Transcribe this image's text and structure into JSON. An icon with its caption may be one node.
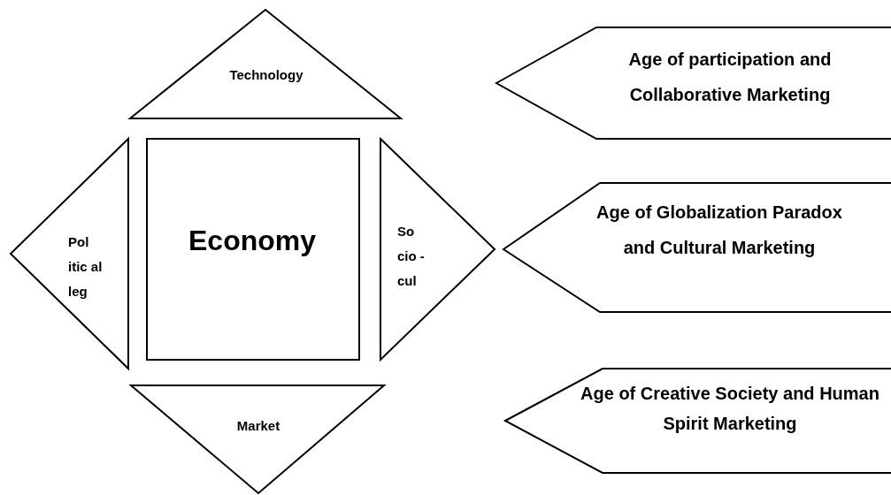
{
  "diagram": {
    "nodes": [
      {
        "text": [
          "Technology"
        ]
      },
      {
        "text": [
          "Pol itic al leg"
        ]
      },
      {
        "text": [
          "Economy"
        ]
      },
      {
        "text": [
          "So cio - cul"
        ]
      },
      {
        "text": [
          "Market"
        ]
      },
      {
        "text": [
          "Age of participation and Collaborative Marketing"
        ]
      },
      {
        "text": [
          "Age of Globalization Paradox and Cultural Marketing"
        ]
      },
      {
        "text": [
          "Age of Creative Society and Human Spirit Marketing"
        ]
      }
    ]
  }
}
